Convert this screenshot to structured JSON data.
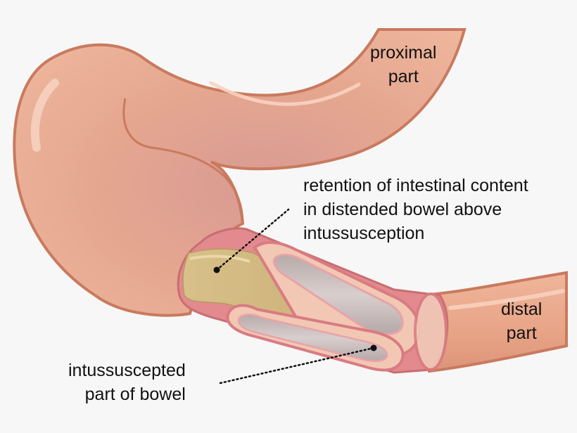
{
  "labels": {
    "proximal": [
      "proximal",
      "part"
    ],
    "distal": [
      "distal",
      "part"
    ],
    "retention": [
      "retention of intestinal content",
      "in distended bowel above",
      "intussusception"
    ],
    "intussuscepted": [
      "intussuscepted",
      "part of bowel"
    ]
  },
  "colors": {
    "background": "#f7f7f7",
    "bowel_fill": "#e9a88b",
    "bowel_outline": "#c97a5e",
    "wall_pink": "#e28a8e",
    "lumen_gray": "#c9bcbc",
    "content_tan": "#c9ad72",
    "leader_line": "#111111"
  }
}
